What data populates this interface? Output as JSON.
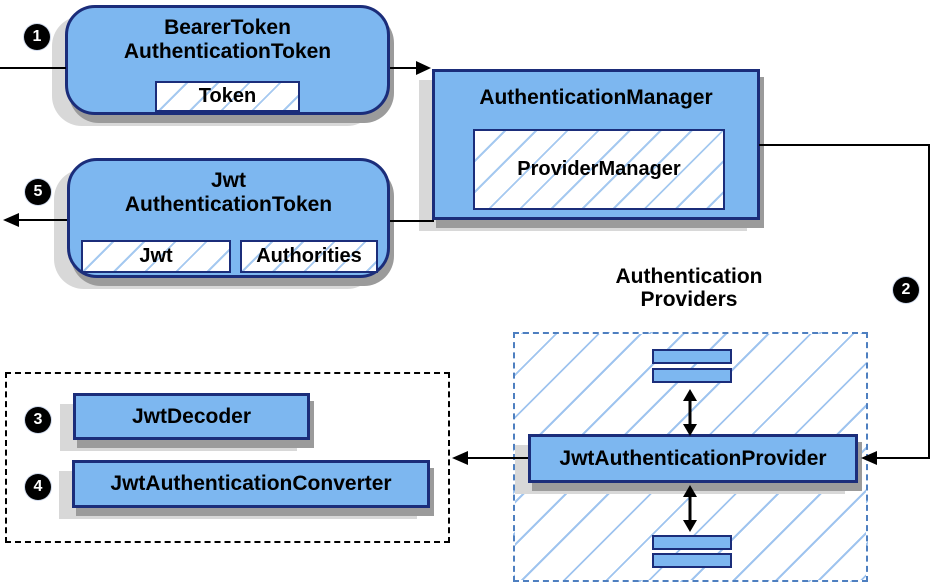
{
  "diagram": {
    "steps": {
      "s1": "1",
      "s2": "2",
      "s3": "3",
      "s4": "4",
      "s5": "5"
    },
    "bearer_token_node": {
      "title1": "BearerToken",
      "title2": "AuthenticationToken",
      "field": "Token"
    },
    "auth_manager_node": {
      "title": "AuthenticationManager",
      "field": "ProviderManager"
    },
    "jwt_token_node": {
      "title1": "Jwt",
      "title2": "AuthenticationToken",
      "field_jwt": "Jwt",
      "field_authorities": "Authorities"
    },
    "providers_group": {
      "title1": "Authentication",
      "title2": "Providers"
    },
    "jwt_provider_node": {
      "title": "JwtAuthenticationProvider"
    },
    "decoder_node": {
      "title": "JwtDecoder"
    },
    "converter_node": {
      "title": "JwtAuthenticationConverter"
    },
    "colors": {
      "node_fill": "#7db7f0",
      "node_border": "#1b2d7a",
      "hatch_line": "#a5c9f0",
      "group_dash_blue": "#4e7fc0",
      "group_dash_black": "#000000",
      "connector": "#000000",
      "shadow_dark": "#9b9b9b",
      "shadow_light": "#d8d8d8",
      "badge_bg": "#000000",
      "badge_text": "#ffffff"
    }
  }
}
